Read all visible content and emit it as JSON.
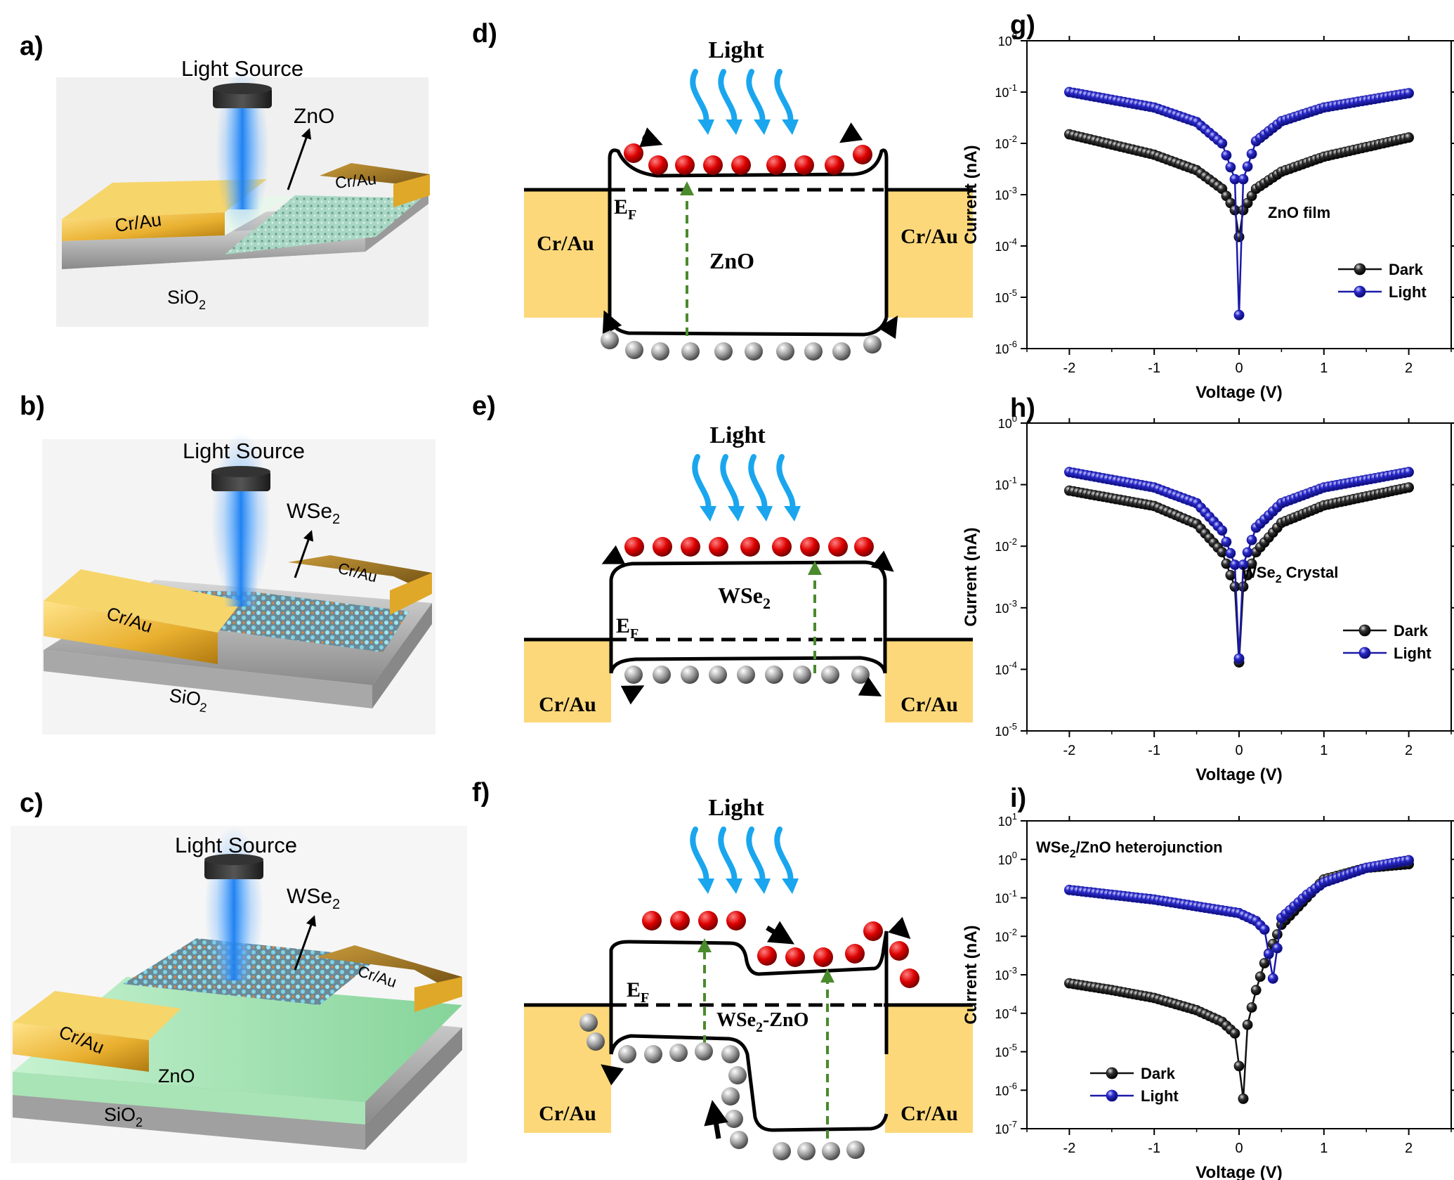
{
  "panels": {
    "a": {
      "letter": "a)",
      "source": "Light Source",
      "material": "ZnO",
      "electrode_left": "Cr/Au",
      "electrode_right": "Cr/Au",
      "substrate_base": "SiO",
      "substrate_sub": "2"
    },
    "b": {
      "letter": "b)",
      "source": "Light Source",
      "material_base": "WSe",
      "material_sub": "2",
      "electrode_left": "Cr/Au",
      "electrode_right": "Cr/Au",
      "substrate_base": "SiO",
      "substrate_sub": "2"
    },
    "c": {
      "letter": "c)",
      "source": "Light Source",
      "material_base": "WSe",
      "material_sub": "2",
      "electrode_left": "Cr/Au",
      "electrode_right": "Cr/Au",
      "layer": "ZnO",
      "substrate_base": "SiO",
      "substrate_sub": "2"
    },
    "d": {
      "letter": "d)",
      "light": "Light",
      "ef_base": "E",
      "ef_sub": "F",
      "channel": "ZnO",
      "contact_left": "Cr/Au",
      "contact_right": "Cr/Au"
    },
    "e": {
      "letter": "e)",
      "light": "Light",
      "ef_base": "E",
      "ef_sub": "F",
      "channel_base": "WSe",
      "channel_sub": "2",
      "contact_left": "Cr/Au",
      "contact_right": "Cr/Au"
    },
    "f": {
      "letter": "f)",
      "light": "Light",
      "ef_base": "E",
      "ef_sub": "F",
      "channel_base": "WSe",
      "channel_sub": "2",
      "channel_rest": "-ZnO",
      "contact_left": "Cr/Au",
      "contact_right": "Cr/Au"
    }
  },
  "colors": {
    "gold": "#f5c33d",
    "contact": "#fcd87a",
    "dark": "#111111",
    "light": "#1a1aa8",
    "arrow_light": "#1aa6ee",
    "transition": "#4a8a2c",
    "electron": "#d40000",
    "hole": "#8c8c8c"
  },
  "chart_data": [
    {
      "id": "g",
      "letter": "g)",
      "type": "scatter",
      "xlabel": "Voltage (V)",
      "ylabel": "Current (nA)",
      "xlim": [
        -2.5,
        2.5
      ],
      "x_ticks": [
        "-2",
        "-1",
        "0",
        "1",
        "2"
      ],
      "x_tick_values": [
        -2,
        -1,
        0,
        1,
        2
      ],
      "y_scale": "log",
      "ylim_exp": [
        -6,
        0
      ],
      "y_ticks": [
        {
          "base": "10",
          "exp": "0"
        },
        {
          "base": "10",
          "exp": "-1"
        },
        {
          "base": "10",
          "exp": "-2"
        },
        {
          "base": "10",
          "exp": "-3"
        },
        {
          "base": "10",
          "exp": "-4"
        },
        {
          "base": "10",
          "exp": "-5"
        },
        {
          "base": "10",
          "exp": "-6"
        }
      ],
      "annotation": "ZnO film",
      "legend_position": "right-middle",
      "series": [
        {
          "name": "Dark",
          "color": "#111111",
          "min_x": 0,
          "x": [
            -2,
            -1,
            -0.5,
            -0.2,
            -0.05,
            0,
            0.05,
            0.2,
            0.5,
            1,
            2
          ],
          "y": [
            0.015,
            0.006,
            0.003,
            0.0013,
            0.0005,
            0.00015,
            0.0005,
            0.0013,
            0.0028,
            0.0055,
            0.013
          ]
        },
        {
          "name": "Light",
          "color": "#1a1aa8",
          "min_x": 0,
          "x": [
            -2,
            -1,
            -0.5,
            -0.2,
            -0.05,
            0,
            0.05,
            0.2,
            0.5,
            1,
            2
          ],
          "y": [
            0.1,
            0.05,
            0.026,
            0.01,
            0.002,
            4.5e-06,
            0.002,
            0.011,
            0.027,
            0.05,
            0.095
          ]
        }
      ]
    },
    {
      "id": "h",
      "letter": "h)",
      "type": "scatter",
      "xlabel": "Voltage (V)",
      "ylabel": "Current (nA)",
      "xlim": [
        -2.5,
        2.5
      ],
      "x_ticks": [
        "-2",
        "-1",
        "0",
        "1",
        "2"
      ],
      "x_tick_values": [
        -2,
        -1,
        0,
        1,
        2
      ],
      "y_scale": "log",
      "ylim_exp": [
        -5,
        0
      ],
      "y_ticks": [
        {
          "base": "10",
          "exp": "0"
        },
        {
          "base": "10",
          "exp": "-1"
        },
        {
          "base": "10",
          "exp": "-2"
        },
        {
          "base": "10",
          "exp": "-3"
        },
        {
          "base": "10",
          "exp": "-4"
        },
        {
          "base": "10",
          "exp": "-5"
        }
      ],
      "annotation_base": "WSe",
      "annotation_sub": "2",
      "annotation_rest": " Crystal",
      "legend_position": "bottom-right",
      "series": [
        {
          "name": "Dark",
          "color": "#111111",
          "min_x": 0,
          "x": [
            -2,
            -1,
            -0.5,
            -0.2,
            -0.05,
            0,
            0.05,
            0.2,
            0.5,
            1,
            2
          ],
          "y": [
            0.08,
            0.045,
            0.023,
            0.008,
            0.0022,
            0.00013,
            0.0022,
            0.008,
            0.024,
            0.046,
            0.09
          ]
        },
        {
          "name": "Light",
          "color": "#1a1aa8",
          "min_x": 0,
          "x": [
            -2,
            -1,
            -0.5,
            -0.2,
            -0.05,
            0,
            0.05,
            0.2,
            0.5,
            1,
            2
          ],
          "y": [
            0.16,
            0.09,
            0.05,
            0.018,
            0.005,
            0.00015,
            0.005,
            0.02,
            0.05,
            0.09,
            0.16
          ]
        }
      ]
    },
    {
      "id": "i",
      "letter": "i)",
      "type": "scatter",
      "xlabel": "Voltage (V)",
      "ylabel": "Current (nA)",
      "xlim": [
        -2.5,
        2.5
      ],
      "x_ticks": [
        "-2",
        "-1",
        "0",
        "1",
        "2"
      ],
      "x_tick_values": [
        -2,
        -1,
        0,
        1,
        2
      ],
      "y_scale": "log",
      "ylim_exp": [
        -7,
        1
      ],
      "y_ticks": [
        {
          "base": "10",
          "exp": "1"
        },
        {
          "base": "10",
          "exp": "0"
        },
        {
          "base": "10",
          "exp": "-1"
        },
        {
          "base": "10",
          "exp": "-2"
        },
        {
          "base": "10",
          "exp": "-3"
        },
        {
          "base": "10",
          "exp": "-4"
        },
        {
          "base": "10",
          "exp": "-5"
        },
        {
          "base": "10",
          "exp": "-6"
        },
        {
          "base": "10",
          "exp": "-7"
        }
      ],
      "annotation_base": "WSe",
      "annotation_sub": "2",
      "annotation_rest": "/ZnO heterojunction",
      "legend_position": "bottom-left",
      "series": [
        {
          "name": "Dark",
          "color": "#111111",
          "min_x": 0.05,
          "x": [
            -2,
            -1.5,
            -1,
            -0.5,
            -0.2,
            -0.05,
            0.05,
            0.1,
            0.2,
            0.3,
            0.5,
            1,
            1.5,
            2
          ],
          "y": [
            0.0006,
            0.0004,
            0.00025,
            0.00012,
            6e-05,
            3e-05,
            6e-07,
            5e-05,
            0.0004,
            0.002,
            0.02,
            0.3,
            0.6,
            0.75
          ]
        },
        {
          "name": "Light",
          "color": "#1a1aa8",
          "min_x": 0.4,
          "x": [
            -2,
            -1.5,
            -1,
            -0.5,
            0,
            0.2,
            0.3,
            0.4,
            0.5,
            0.8,
            1,
            1.5,
            2
          ],
          "y": [
            0.16,
            0.12,
            0.09,
            0.06,
            0.04,
            0.025,
            0.015,
            0.0008,
            0.03,
            0.12,
            0.25,
            0.6,
            0.95
          ]
        }
      ]
    }
  ]
}
